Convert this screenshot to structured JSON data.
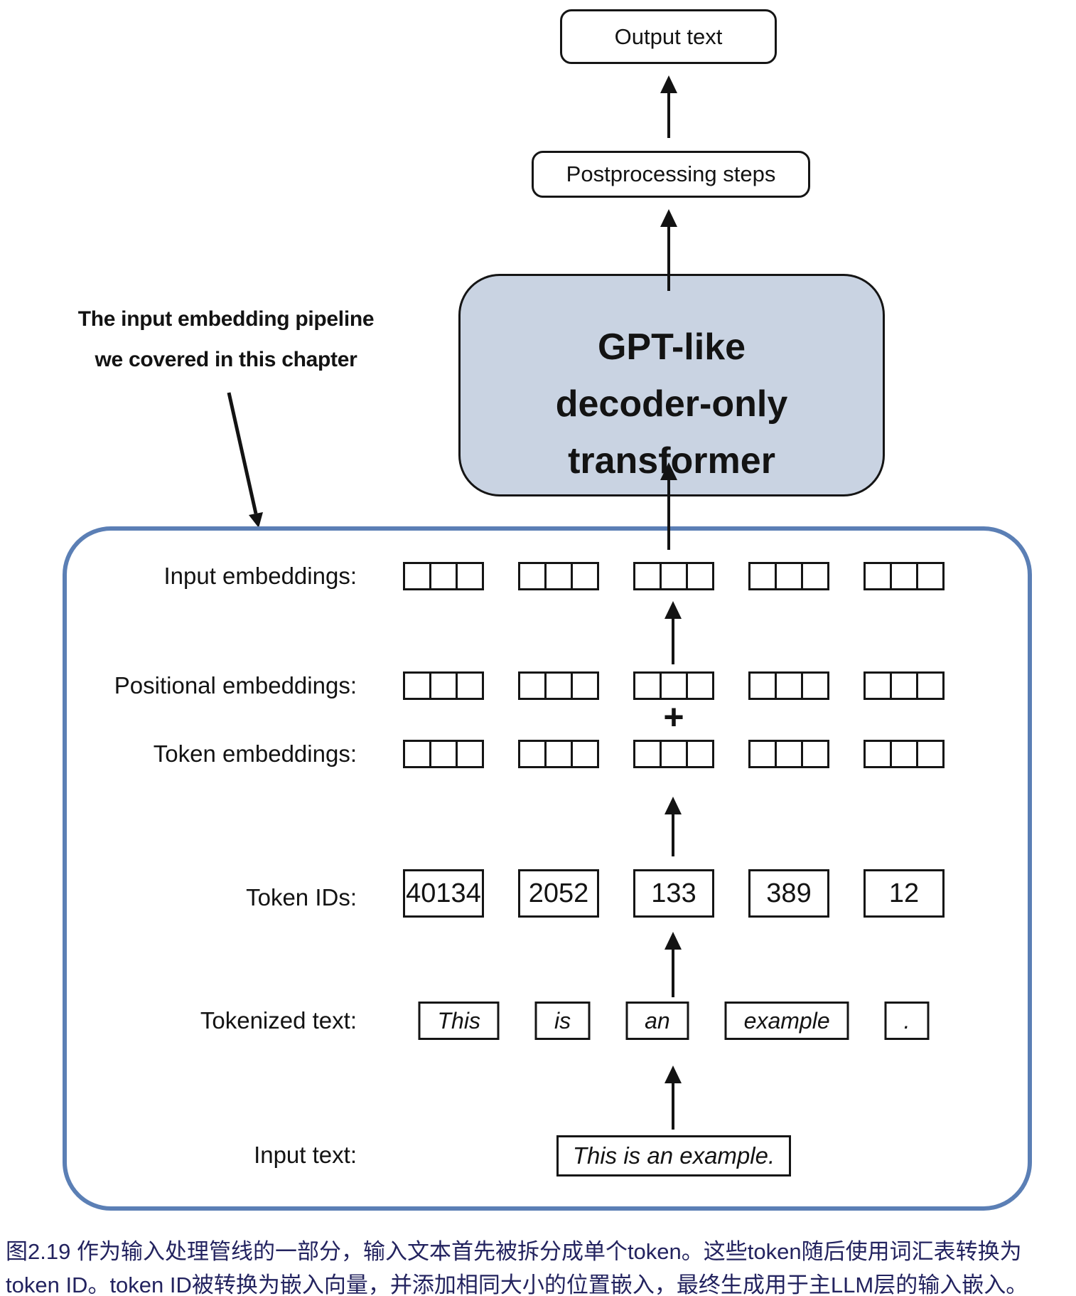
{
  "top_flow": {
    "output_box_label": "Output text",
    "postprocessing_box_label": "Postprocessing steps"
  },
  "gpt_box": {
    "line1": "GPT-like",
    "line2": "decoder-only",
    "line3": "transformer"
  },
  "annotation": {
    "line1": "The input embedding pipeline",
    "line2": "we covered in this chapter"
  },
  "pipeline": {
    "labels": {
      "input_embeddings": "Input embeddings:",
      "positional_embeddings": "Positional embeddings:",
      "token_embeddings": "Token embeddings:",
      "token_ids": "Token IDs:",
      "tokenized_text": "Tokenized text:",
      "input_text": "Input text:"
    },
    "plus_sign": "+",
    "embedding_groups": 5,
    "cells_per_group": 3,
    "token_ids": [
      "40134",
      "2052",
      "133",
      "389",
      "12"
    ],
    "tokens": [
      "This",
      "is",
      "an",
      "example",
      "."
    ],
    "input_text": "This is an example."
  },
  "colors": {
    "gpt_box_fill": "#c9d3e2",
    "pipeline_border": "#5b7fb5",
    "caption_text": "#23235f",
    "stroke": "#131313"
  },
  "caption": {
    "line1": "图2.19 作为输入处理管线的一部分，输入文本首先被拆分成单个token。这些token随后使用词汇表转换为",
    "line2": "token ID。token ID被转换为嵌入向量，并添加相同大小的位置嵌入，最终生成用于主LLM层的输入嵌入。"
  }
}
